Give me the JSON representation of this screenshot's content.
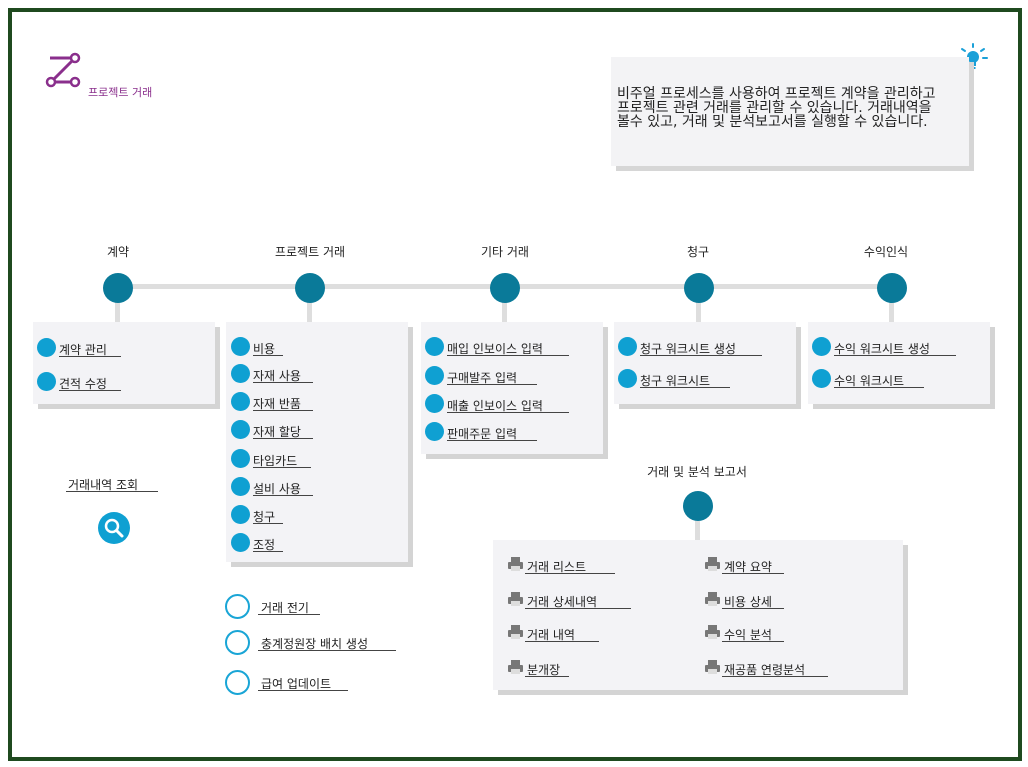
{
  "header": {
    "title": "프로젝트 거래",
    "info_text": [
      "비주얼 프로세스를 사용하여 프로젝트 계약을 관리하고",
      "프로젝트 관련 거래를 관리할 수 있습니다. 거래내역을",
      "볼수 있고, 거래 및 분석보고서를 실행할 수 있습니다."
    ]
  },
  "stages": [
    {
      "label": "계약",
      "items": [
        "계약 관리",
        "견적 수정"
      ]
    },
    {
      "label": "프로젝트 거래",
      "items": [
        "비용",
        "자재 사용",
        "자재 반품",
        "자재 할당",
        "타임카드",
        "설비 사용",
        "청구",
        "조정"
      ]
    },
    {
      "label": "기타 거래",
      "items": [
        "매입 인보이스 입력",
        "구매발주 입력",
        "매출 인보이스 입력",
        "판매주문 입력"
      ]
    },
    {
      "label": "청구",
      "items": [
        "청구 워크시트 생성",
        "청구 워크시트"
      ]
    },
    {
      "label": "수익인식",
      "items": [
        "수익 워크시트 생성",
        "수익 워크시트"
      ]
    }
  ],
  "inquiry": {
    "label": "거래내역 조회"
  },
  "extra_actions": [
    "거래 전기",
    "충계정원장 배치 생성",
    "급여 업데이트"
  ],
  "reports": {
    "title": "거래 및 분석 보고서",
    "left": [
      "거래 리스트",
      "거래 상세내역",
      "거래 내역",
      "분개장"
    ],
    "right": [
      "계약 요약",
      "비용 상세",
      "수익 분석",
      "재공품 연령분석"
    ]
  },
  "colors": {
    "node": "#0a7a99",
    "dot": "#0fa0d2",
    "logo": "#8a2f8c",
    "bulb": "#1aa0d8",
    "frame": "#1f4a1f"
  },
  "icons": {
    "logo": "process-logo-icon",
    "bulb": "lightbulb-icon",
    "search": "search-icon",
    "print": "printer-icon"
  }
}
